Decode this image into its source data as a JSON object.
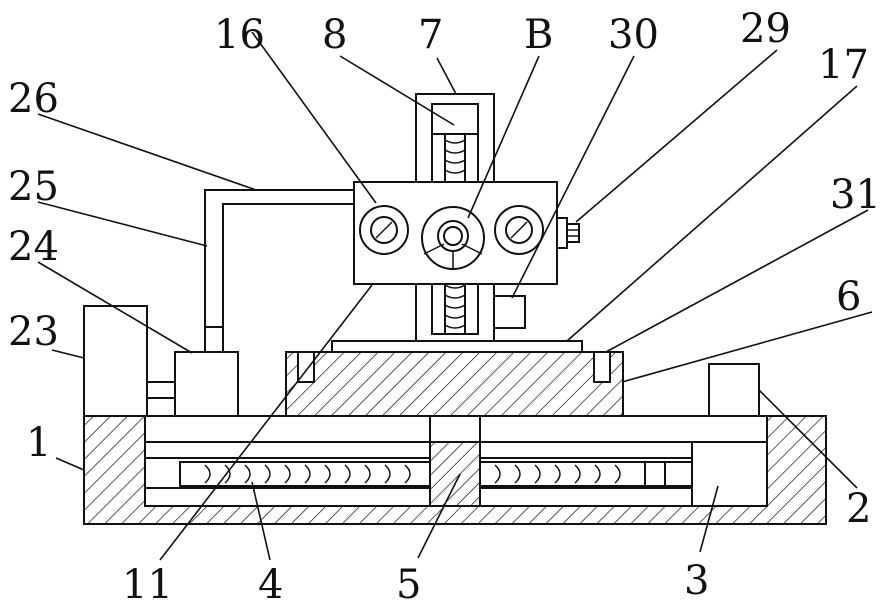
{
  "labels": {
    "l1": "1",
    "l2": "2",
    "l3": "3",
    "l4": "4",
    "l5": "5",
    "l6": "6",
    "l7": "7",
    "l8": "8",
    "l11": "11",
    "l16": "16",
    "l17": "17",
    "lB": "B",
    "l23": "23",
    "l24": "24",
    "l25": "25",
    "l26": "26",
    "l29": "29",
    "l30": "30",
    "l31": "31"
  },
  "colors": {
    "line": "#111111",
    "background": "#ffffff"
  }
}
